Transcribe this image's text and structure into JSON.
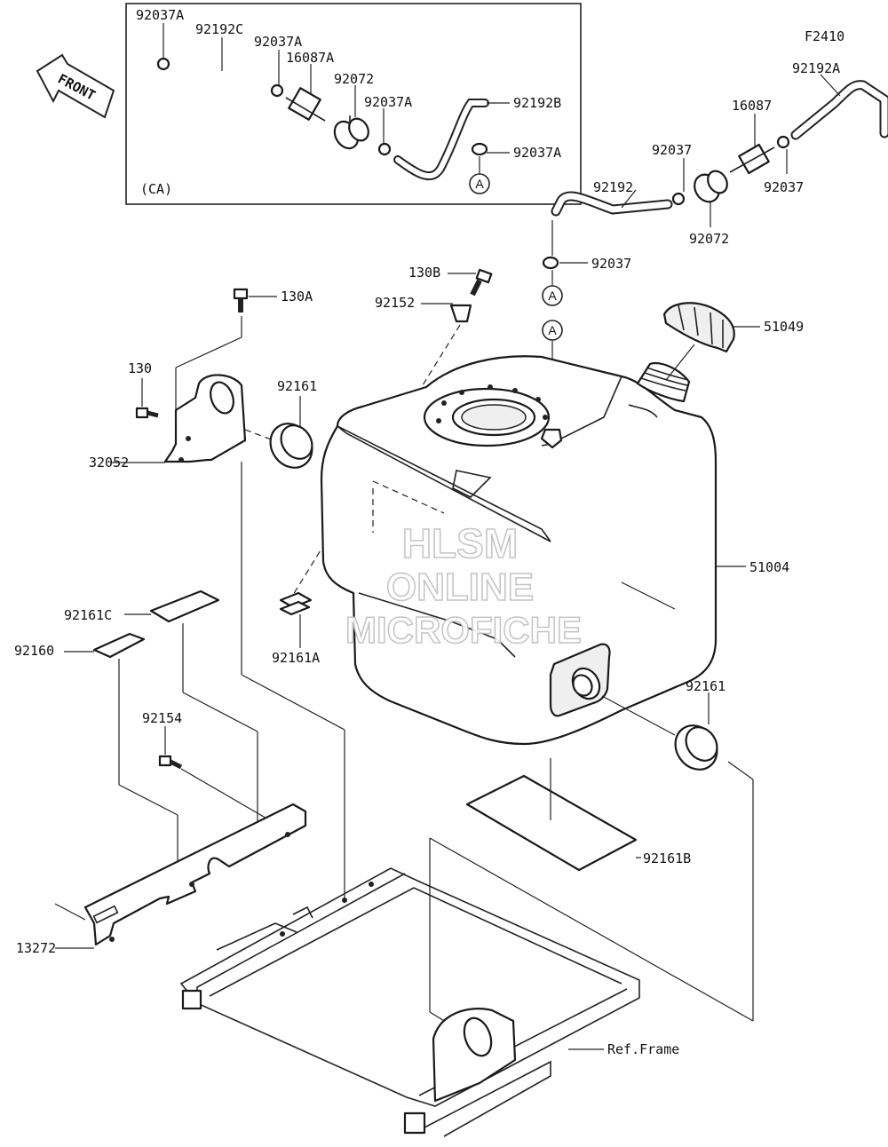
{
  "figure_code": "F2410",
  "front_label": "FRONT",
  "inset_label": "(CA)",
  "connector_letter": "A",
  "reference_label": "Ref.Frame",
  "watermark": [
    "HLSM",
    "ONLINE",
    "MICROFICHE"
  ],
  "callouts": {
    "c92037A_1": "92037A",
    "c92192C": "92192C",
    "c92037A_2": "92037A",
    "c16087A": "16087A",
    "c92072_inset": "92072",
    "c92037A_3": "92037A",
    "c92192B": "92192B",
    "c92037A_4": "92037A",
    "c92192A": "92192A",
    "c16087": "16087",
    "c92037_a": "92037",
    "c92037_b": "92037",
    "c92192": "92192",
    "c92072": "92072",
    "c92037_c": "92037",
    "c130B": "130B",
    "c92152": "92152",
    "c130A": "130A",
    "c130": "130",
    "c92161_a": "92161",
    "c32052": "32052",
    "c51049": "51049",
    "c51004": "51004",
    "c92161C": "92161C",
    "c92160": "92160",
    "c92161A": "92161A",
    "c92154": "92154",
    "c92161_b": "92161",
    "c92161B": "92161B",
    "c13272": "13272"
  }
}
